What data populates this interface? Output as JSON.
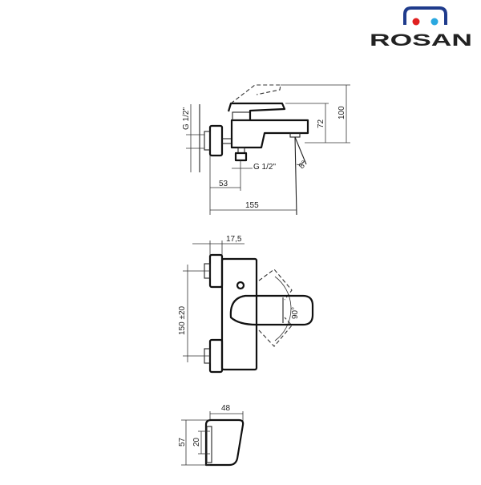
{
  "brand": {
    "name": "ROSAN",
    "colors": {
      "blue": "#1f3b8c",
      "red": "#e02020",
      "cyan": "#2aa8e0"
    }
  },
  "side_view": {
    "thread_vertical": "G 1/2\"",
    "thread_horizontal": "G 1/2\"",
    "dim_72": "72",
    "dim_100": "100",
    "dim_53": "53",
    "dim_155": "155",
    "angle": "8°"
  },
  "front_view": {
    "dim_top": "17,5",
    "dim_center": "150 ±20",
    "rotation": "90°"
  },
  "handle_view": {
    "width": "48",
    "height_total": "57",
    "height_part": "20"
  }
}
